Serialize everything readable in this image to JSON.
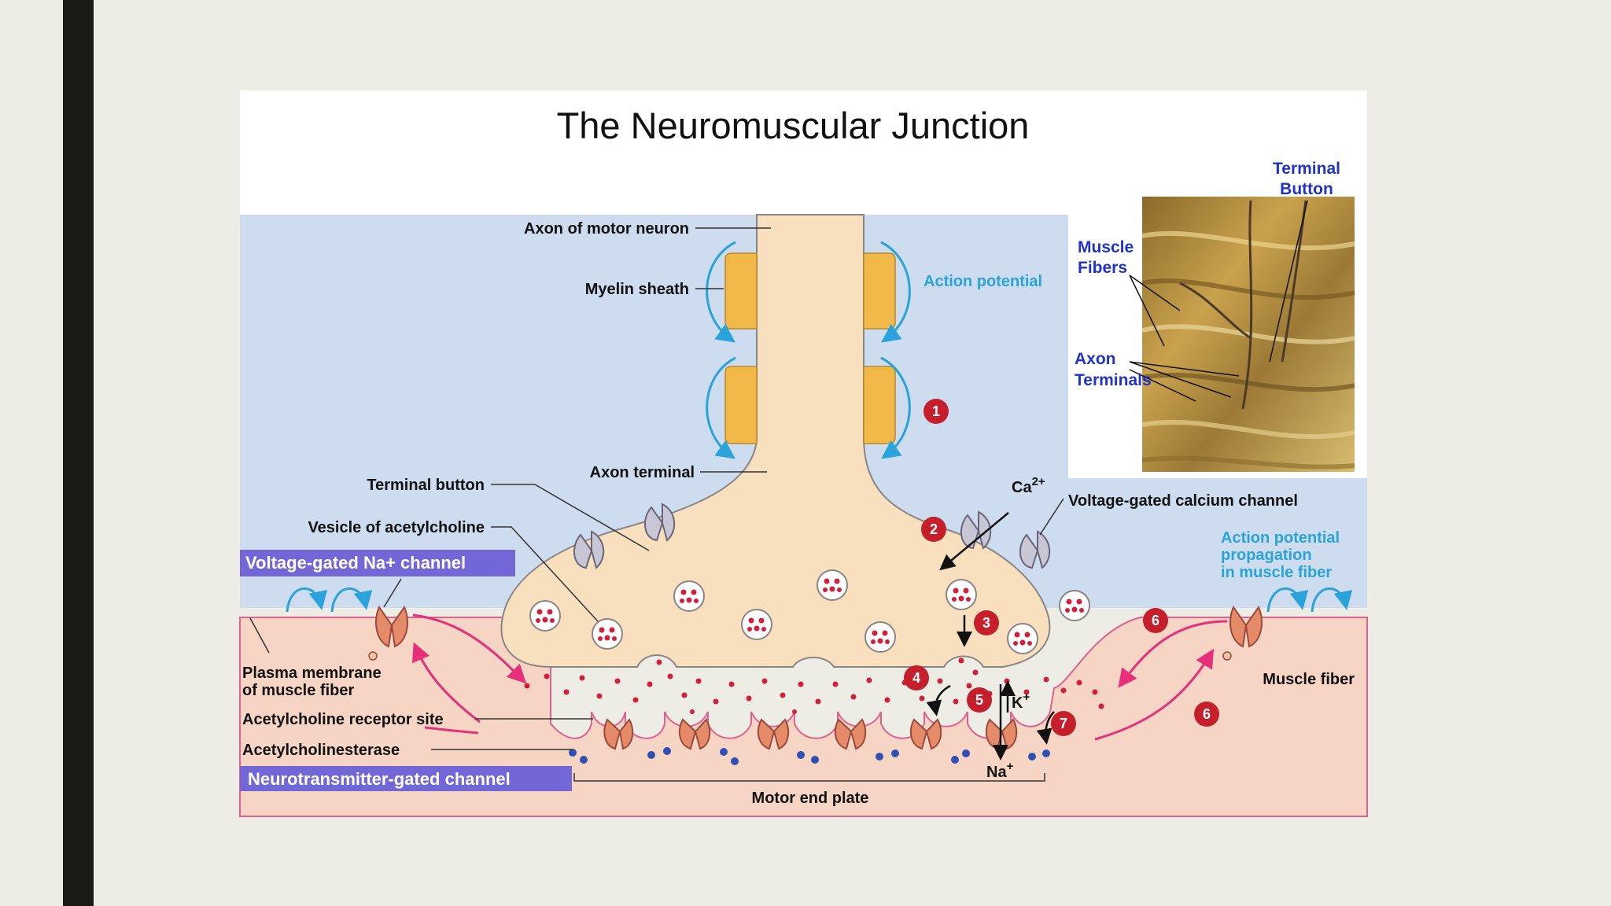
{
  "title": "The Neuromuscular Junction",
  "labels": {
    "axon_of_motor_neuron": "Axon of motor neuron",
    "myelin_sheath": "Myelin sheath",
    "action_potential": "Action potential",
    "axon_terminal": "Axon terminal",
    "terminal_button": "Terminal button",
    "vesicle_of_acetylcholine": "Vesicle of acetylcholine",
    "voltage_gated_na_channel": "Voltage-gated Na+ channel",
    "plasma_membrane_line1": "Plasma membrane",
    "plasma_membrane_line2": "of muscle fiber",
    "acetylcholine_receptor_site": "Acetylcholine receptor site",
    "acetylcholinesterase": "Acetylcholinesterase",
    "neurotransmitter_gated_channel": "Neurotransmitter-gated channel",
    "motor_end_plate": "Motor end plate",
    "ca2": "Ca",
    "ca2_sup": "2+",
    "voltage_gated_calcium_channel": "Voltage-gated calcium channel",
    "ap_propagation_line1": "Action potential",
    "ap_propagation_line2": "propagation",
    "ap_propagation_line3": "in muscle fiber",
    "muscle_fiber": "Muscle fiber",
    "k_ion": "K",
    "k_sup": "+",
    "na_ion": "Na",
    "na_sup": "+"
  },
  "steps": [
    "1",
    "2",
    "3",
    "4",
    "5",
    "6",
    "6",
    "7"
  ],
  "photo_labels": {
    "terminal_button_line1": "Terminal",
    "terminal_button_line2": "Button",
    "muscle_fibers_line1": "Muscle",
    "muscle_fibers_line2": "Fibers",
    "axon_terminals_line1": "Axon",
    "axon_terminals_line2": "Terminals"
  },
  "colors": {
    "background": "#eeede5",
    "side_bar": "#1c1a14",
    "extracellular": "#cddcef",
    "neuron": "#f8e0bf",
    "muscle": "#f7d5c5",
    "myelin": "#f2b84a",
    "step_badge": "#c41f2b",
    "label_box": "#7367d8",
    "action_potential_blue": "#2aa3dc",
    "photo_label_blue": "#2033c8",
    "arrow_pink": "#e8307a"
  }
}
